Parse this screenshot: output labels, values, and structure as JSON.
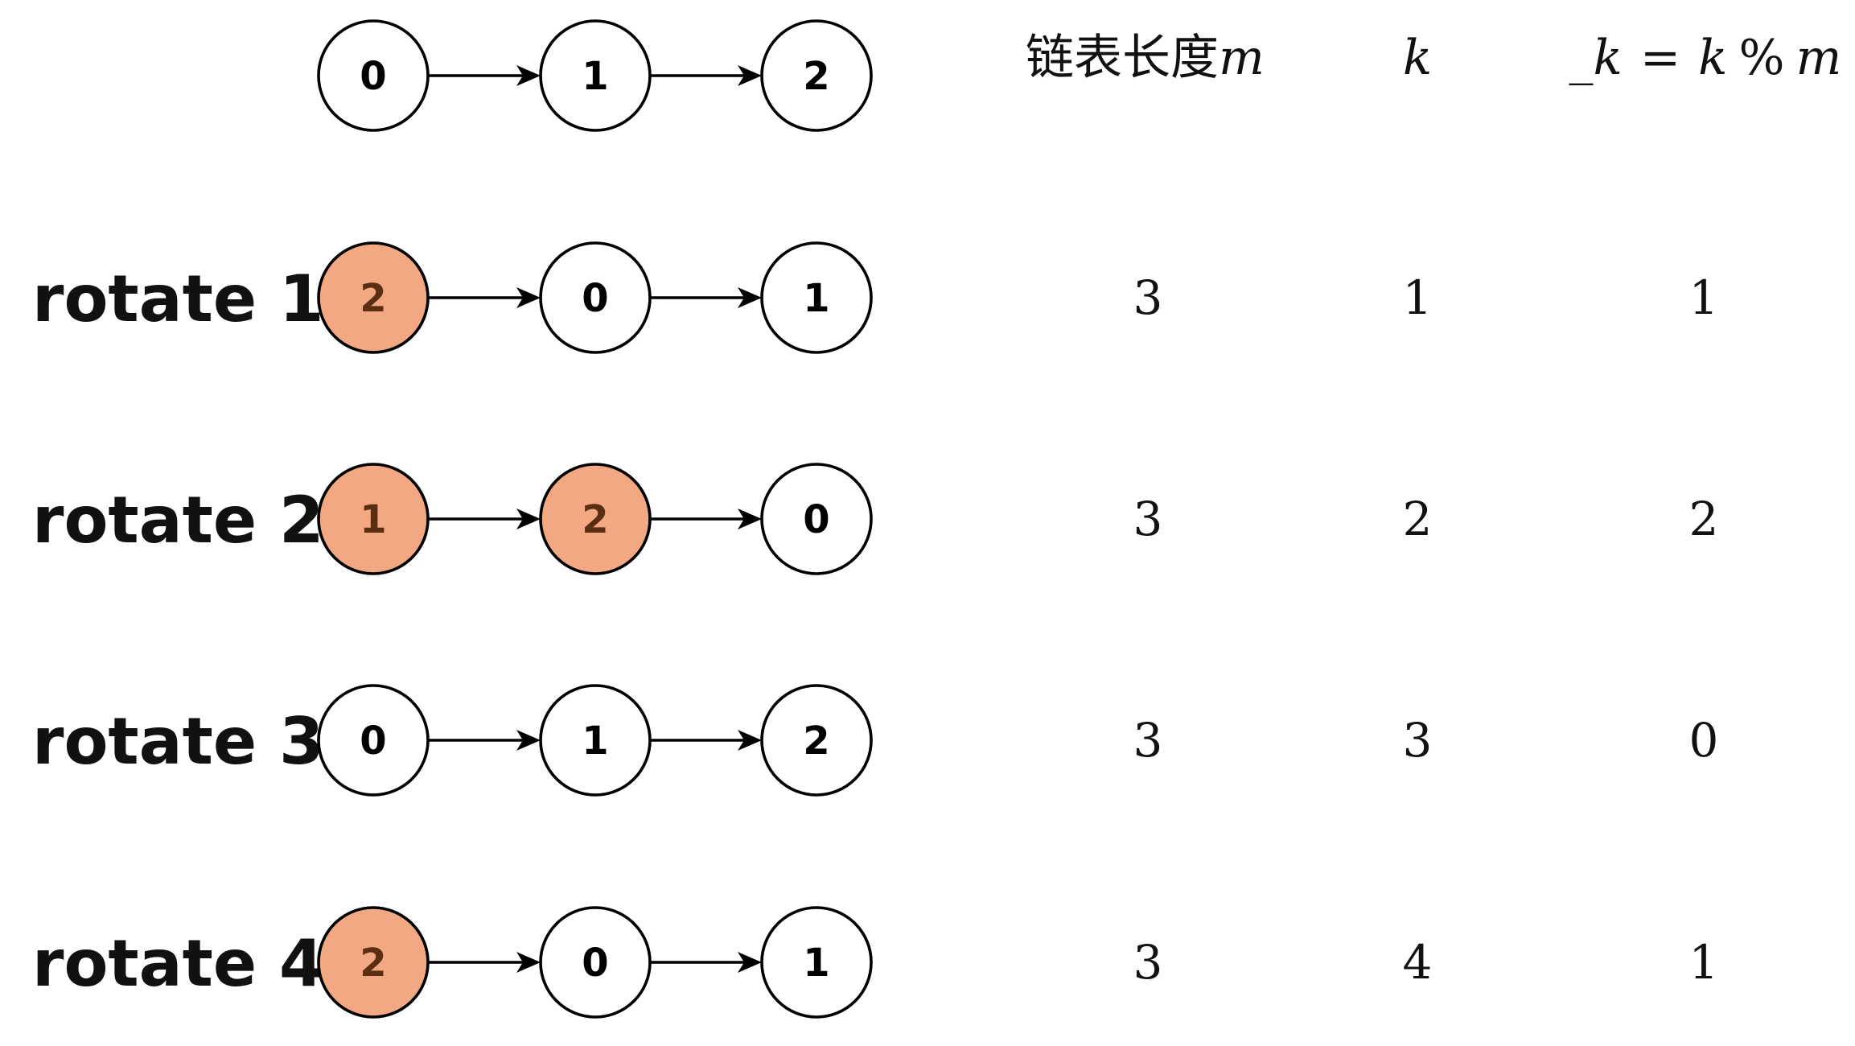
{
  "colors": {
    "highlight_fill": "#F2A882",
    "highlight_text": "#5A2E10",
    "plain_fill": "#FFFFFF",
    "plain_text": "#000000"
  },
  "headers": {
    "length": "链表长度",
    "length_var": "m",
    "k": "k",
    "k_mod_prefix": "_k",
    "k_mod_eq": "=",
    "k_mod_k": "k",
    "k_mod_op": "%",
    "k_mod_m": "m"
  },
  "rows": [
    {
      "label": "",
      "nodes": [
        {
          "value": "0",
          "highlight": false
        },
        {
          "value": "1",
          "highlight": false
        },
        {
          "value": "2",
          "highlight": false
        }
      ],
      "m": "",
      "k": "",
      "k_mod": ""
    },
    {
      "label": "rotate 1",
      "nodes": [
        {
          "value": "2",
          "highlight": true
        },
        {
          "value": "0",
          "highlight": false
        },
        {
          "value": "1",
          "highlight": false
        }
      ],
      "m": "3",
      "k": "1",
      "k_mod": "1"
    },
    {
      "label": "rotate 2",
      "nodes": [
        {
          "value": "1",
          "highlight": true
        },
        {
          "value": "2",
          "highlight": true
        },
        {
          "value": "0",
          "highlight": false
        }
      ],
      "m": "3",
      "k": "2",
      "k_mod": "2"
    },
    {
      "label": "rotate 3",
      "nodes": [
        {
          "value": "0",
          "highlight": false
        },
        {
          "value": "1",
          "highlight": false
        },
        {
          "value": "2",
          "highlight": false
        }
      ],
      "m": "3",
      "k": "3",
      "k_mod": "0"
    },
    {
      "label": "rotate 4",
      "nodes": [
        {
          "value": "2",
          "highlight": true
        },
        {
          "value": "0",
          "highlight": false
        },
        {
          "value": "1",
          "highlight": false
        }
      ],
      "m": "3",
      "k": "4",
      "k_mod": "1"
    }
  ]
}
